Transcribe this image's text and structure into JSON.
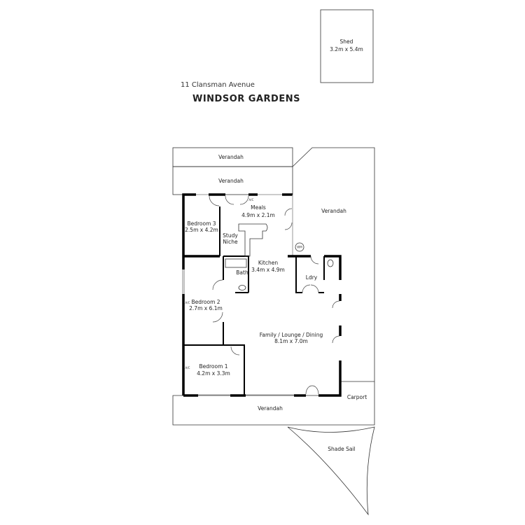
{
  "address": {
    "street": "11 Clansman Avenue",
    "suburb": "WINDSOR GARDENS"
  },
  "rooms": {
    "shed": {
      "name": "Shed",
      "size": "3.2m x 5.4m"
    },
    "verandah_top": {
      "name": "Verandah"
    },
    "verandah_top2": {
      "name": "Verandah"
    },
    "verandah_right": {
      "name": "Verandah"
    },
    "meals": {
      "name": "Meals",
      "size": "4.9m x 2.1m"
    },
    "bedroom3": {
      "name": "Bedroom 3",
      "size": "2.5m x 4.2m"
    },
    "study": {
      "name": "Study",
      "name2": "Niche"
    },
    "kitchen": {
      "name": "Kitchen",
      "size": "3.4m x 4.9m"
    },
    "bath": {
      "name": "Bath"
    },
    "laundry": {
      "name": "Ldry"
    },
    "bedroom2": {
      "name": "Bedroom 2",
      "size": "2.7m x 6.1m"
    },
    "family": {
      "name": "Family / Lounge / Dining",
      "size": "8.1m x 7.0m"
    },
    "bedroom1": {
      "name": "Bedroom 1",
      "size": "4.2m x 3.3m"
    },
    "carport": {
      "name": "Carport"
    },
    "verandah_bottom": {
      "name": "Verandah"
    },
    "shade_sail": {
      "name": "Shade Sail"
    }
  },
  "fixtures": {
    "ac": "A/C",
    "wm": "WM"
  }
}
